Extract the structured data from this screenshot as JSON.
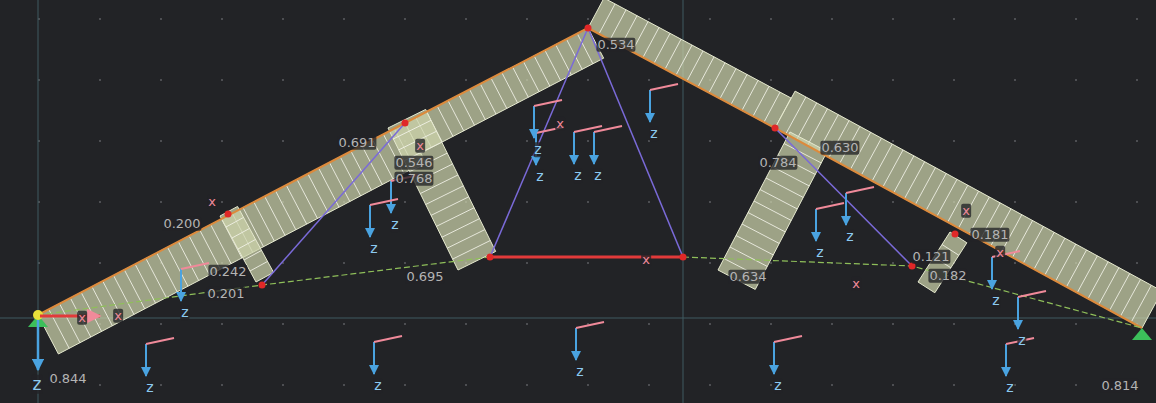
{
  "diagram": {
    "labels": [
      "0.691",
      "0.546",
      "0.768",
      "0.200",
      "0.242",
      "0.201",
      "0.695",
      "0.844",
      "0.534",
      "0.630",
      "0.784",
      "0.634",
      "0.181",
      "0.121",
      "0.182",
      "0.814",
      "x",
      "x",
      "x",
      "x",
      "x",
      "x",
      "x",
      "x",
      "x",
      "z",
      "z",
      "z",
      "z",
      "z",
      "z",
      "z",
      "z",
      "z",
      "z",
      "z",
      "z",
      "z",
      "z",
      "z",
      "z",
      "z",
      "z"
    ]
  }
}
